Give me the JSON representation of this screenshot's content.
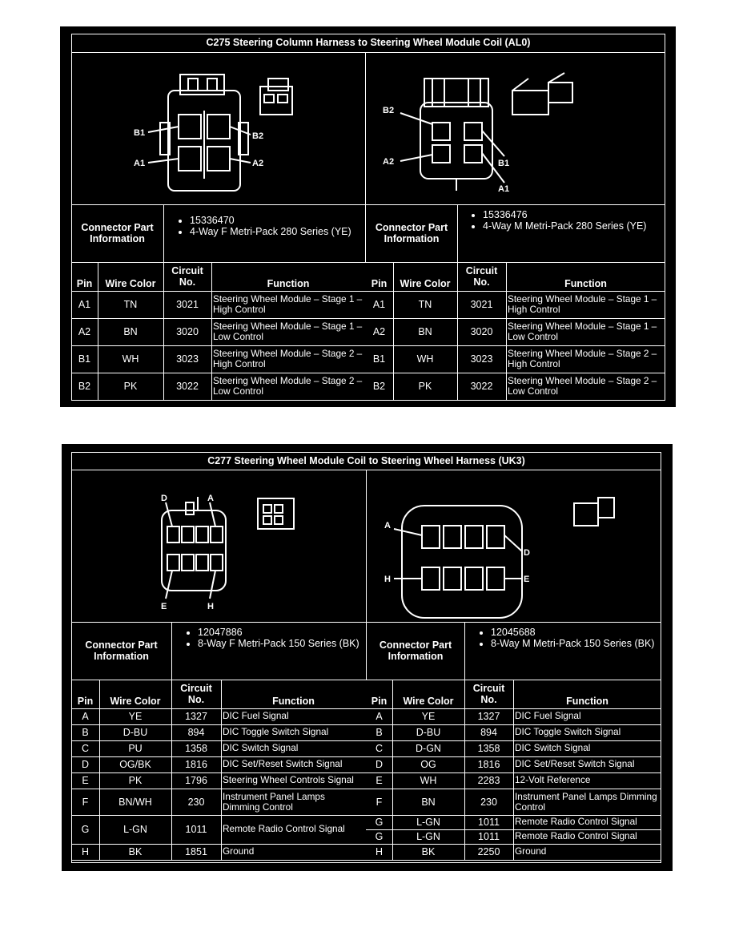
{
  "tables": [
    {
      "title": "C275 Steering Column Harness to Steering Wheel Module Coil (AL0)",
      "left": {
        "connector_label": "Connector Part Information",
        "part_info": [
          "15336470",
          "4-Way F Metri-Pack 280 Series (YE)"
        ],
        "pin_labels": [
          "B1",
          "A1",
          "B2",
          "A2"
        ],
        "rows": [
          {
            "pin": "A1",
            "wire": "TN",
            "circuit": "3021",
            "function": "Steering Wheel Module – Stage 1 – High Control"
          },
          {
            "pin": "A2",
            "wire": "BN",
            "circuit": "3020",
            "function": "Steering Wheel Module – Stage 1 – Low Control"
          },
          {
            "pin": "B1",
            "wire": "WH",
            "circuit": "3023",
            "function": "Steering Wheel Module – Stage 2 – High Control"
          },
          {
            "pin": "B2",
            "wire": "PK",
            "circuit": "3022",
            "function": "Steering Wheel Module – Stage 2 – Low Control"
          }
        ]
      },
      "right": {
        "connector_label": "Connector Part Information",
        "part_info": [
          "15336476",
          "4-Way M Metri-Pack 280 Series (YE)"
        ],
        "pin_labels": [
          "B2",
          "A2",
          "B1",
          "A1"
        ],
        "rows": [
          {
            "pin": "A1",
            "wire": "TN",
            "circuit": "3021",
            "function": "Steering Wheel Module – Stage 1 – High Control"
          },
          {
            "pin": "A2",
            "wire": "BN",
            "circuit": "3020",
            "function": "Steering Wheel Module – Stage 1 – Low Control"
          },
          {
            "pin": "B1",
            "wire": "WH",
            "circuit": "3023",
            "function": "Steering Wheel Module – Stage 2 – High Control"
          },
          {
            "pin": "B2",
            "wire": "PK",
            "circuit": "3022",
            "function": "Steering Wheel Module – Stage 2 – Low Control"
          }
        ]
      },
      "headers": {
        "pin": "Pin",
        "wire": "Wire Color",
        "circuit": "Circuit No.",
        "function": "Function"
      }
    },
    {
      "title": "C277 Steering Wheel Module Coil to Steering Wheel Harness (UK3)",
      "left": {
        "connector_label": "Connector Part Information",
        "part_info": [
          "12047886",
          "8-Way F Metri-Pack 150 Series (BK)"
        ],
        "pin_labels": [
          "D",
          "A",
          "E",
          "H"
        ],
        "rows": [
          {
            "pin": "A",
            "wire": "YE",
            "circuit": "1327",
            "function": "DIC Fuel Signal"
          },
          {
            "pin": "B",
            "wire": "D-BU",
            "circuit": "894",
            "function": "DIC Toggle Switch Signal"
          },
          {
            "pin": "C",
            "wire": "PU",
            "circuit": "1358",
            "function": "DIC Switch Signal"
          },
          {
            "pin": "D",
            "wire": "OG/BK",
            "circuit": "1816",
            "function": "DIC Set/Reset Switch Signal"
          },
          {
            "pin": "E",
            "wire": "PK",
            "circuit": "1796",
            "function": "Steering Wheel Controls Signal"
          },
          {
            "pin": "F",
            "wire": "BN/WH",
            "circuit": "230",
            "function": "Instrument Panel Lamps Dimming Control"
          },
          {
            "pin": "G",
            "wire": "L-GN",
            "circuit": "1011",
            "function": "Remote Radio Control Signal"
          },
          {
            "pin": "H",
            "wire": "BK",
            "circuit": "1851",
            "function": "Ground"
          }
        ]
      },
      "right": {
        "connector_label": "Connector Part Information",
        "part_info": [
          "12045688",
          "8-Way M Metri-Pack 150 Series (BK)"
        ],
        "pin_labels": [
          "A",
          "D",
          "H",
          "E"
        ],
        "rows": [
          {
            "pin": "A",
            "wire": "YE",
            "circuit": "1327",
            "function": "DIC Fuel Signal"
          },
          {
            "pin": "B",
            "wire": "D-BU",
            "circuit": "894",
            "function": "DIC Toggle Switch Signal"
          },
          {
            "pin": "C",
            "wire": "D-GN",
            "circuit": "1358",
            "function": "DIC Switch Signal"
          },
          {
            "pin": "D",
            "wire": "OG",
            "circuit": "1816",
            "function": "DIC Set/Reset Switch Signal"
          },
          {
            "pin": "E",
            "wire": "WH",
            "circuit": "2283",
            "function": "12-Volt Reference"
          },
          {
            "pin": "F",
            "wire": "BN",
            "circuit": "230",
            "function": "Instrument Panel Lamps Dimming Control"
          },
          {
            "pin": "G",
            "wire": "L-GN",
            "circuit": "1011",
            "function": "Remote Radio Control Signal"
          },
          {
            "pin": "G",
            "wire": "L-GN",
            "circuit": "1011",
            "function": "Remote Radio Control Signal"
          },
          {
            "pin": "H",
            "wire": "BK",
            "circuit": "2250",
            "function": "Ground"
          }
        ]
      },
      "headers": {
        "pin": "Pin",
        "wire": "Wire Color",
        "circuit": "Circuit No.",
        "function": "Function"
      }
    }
  ]
}
